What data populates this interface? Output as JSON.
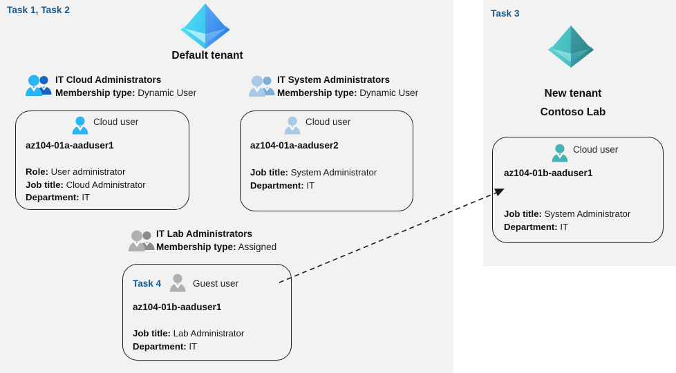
{
  "panels": {
    "left": {
      "task_label": "Task 1, Task 2"
    },
    "right": {
      "task_label": "Task 3"
    }
  },
  "tenants": {
    "default": {
      "icon": "azure-tenant-icon",
      "name": "Default tenant",
      "accent": "#3ab4f2"
    },
    "new": {
      "icon": "azure-tenant-icon",
      "name_line1": "New  tenant",
      "name_line2": "Contoso Lab",
      "accent": "#44b3b3"
    }
  },
  "groups": [
    {
      "id": "it-cloud-administrators",
      "icon": "group-icon",
      "icon_color": "#29b6f2",
      "title": "IT Cloud Administrators",
      "sub_label": "Membership type:",
      "sub_value": "Dynamic User"
    },
    {
      "id": "it-system-administrators",
      "icon": "group-icon",
      "icon_color": "#9dc3e6",
      "title": "IT System Administrators",
      "sub_label": "Membership type:",
      "sub_value": "Dynamic User"
    },
    {
      "id": "it-lab-administrators",
      "icon": "group-icon",
      "icon_color": "#a6a6a6",
      "title": "IT Lab Administrators",
      "sub_label": "Membership type:",
      "sub_value": "Assigned"
    }
  ],
  "users": [
    {
      "id": "az104-01a-aaduser1",
      "task_badge": "",
      "type_label": "Cloud user",
      "icon": "person-icon",
      "icon_color": "#29b6f2",
      "username": "az104-01a-aaduser1",
      "attributes": [
        {
          "label": "Role:",
          "value": "User administrator"
        },
        {
          "label": "Job title:",
          "value": "Cloud Administrator"
        },
        {
          "label": "Department:",
          "value": "IT"
        }
      ]
    },
    {
      "id": "az104-01a-aaduser2",
      "task_badge": "",
      "type_label": "Cloud user",
      "icon": "person-icon",
      "icon_color": "#9dc3e6",
      "username": "az104-01a-aaduser2",
      "attributes": [
        {
          "label": "Job title:",
          "value": "System Administrator"
        },
        {
          "label": "Department:",
          "value": "IT"
        }
      ]
    },
    {
      "id": "az104-01b-aaduser1-guest",
      "task_badge": "Task 4",
      "type_label": "Guest user",
      "icon": "person-icon",
      "icon_color": "#a6a6a6",
      "username": "az104-01b-aaduser1",
      "attributes": [
        {
          "label": "Job title:",
          "value": "Lab Administrator"
        },
        {
          "label": "Department:",
          "value": "IT"
        }
      ]
    },
    {
      "id": "az104-01b-aaduser1-cloud",
      "task_badge": "",
      "type_label": "Cloud user",
      "icon": "person-icon",
      "icon_color": "#44b3b3",
      "username": "az104-01b-aaduser1",
      "attributes": [
        {
          "label": "Job title:",
          "value": "System Administrator"
        },
        {
          "label": "Department:",
          "value": "IT"
        }
      ]
    }
  ],
  "connector": {
    "name": "guest-invitation-arrow",
    "style": "dashed",
    "from": "az104-01b-aaduser1-guest",
    "to": "az104-01b-aaduser1-cloud"
  }
}
